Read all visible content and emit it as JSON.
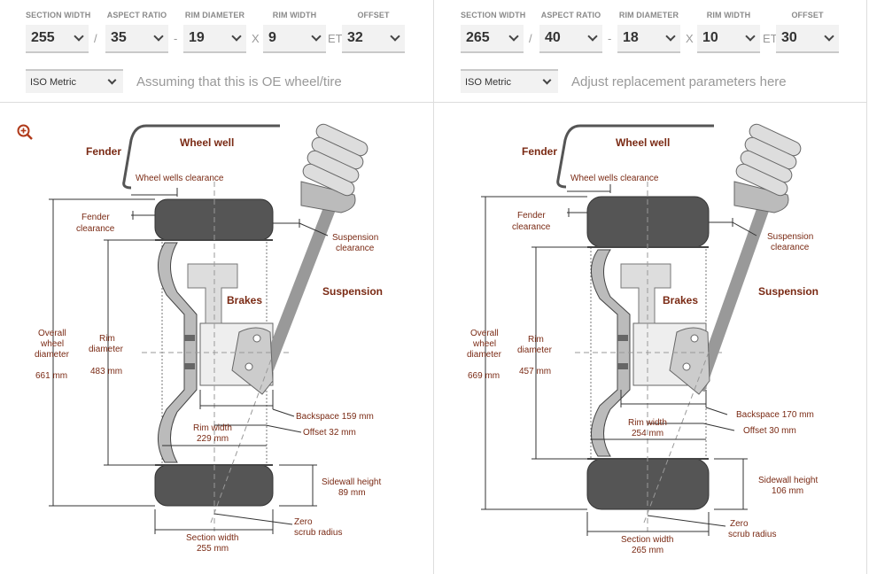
{
  "labels": {
    "section_width": "SECTION WIDTH",
    "aspect_ratio": "ASPECT RATIO",
    "rim_diameter": "RIM DIAMETER",
    "rim_width": "RIM WIDTH",
    "offset": "OFFSET",
    "slash": "/",
    "dash": "-",
    "x": "X",
    "et": "ET"
  },
  "diagram_labels": {
    "fender": "Fender",
    "wheel_well": "Wheel well",
    "wheel_wells_clearance": "Wheel wells clearance",
    "fender_clearance_1": "Fender",
    "fender_clearance_2": "clearance",
    "suspension_clearance_1": "Suspension",
    "suspension_clearance_2": "clearance",
    "suspension": "Suspension",
    "brakes": "Brakes",
    "overall_1": "Overall",
    "overall_2": "wheel",
    "overall_3": "diameter",
    "rim_diam_1": "Rim",
    "rim_diam_2": "diameter",
    "rim_width": "Rim width",
    "backspace": "Backspace",
    "offset": "Offset",
    "sidewall": "Sidewall height",
    "zero_1": "Zero",
    "zero_2": "scrub radius",
    "section_width": "Section width"
  },
  "left": {
    "section_width": "255",
    "aspect_ratio": "35",
    "rim_diameter": "19",
    "rim_width": "9",
    "offset": "32",
    "system": "ISO Metric",
    "note": "Assuming that this is OE wheel/tire",
    "values": {
      "overall": "661 mm",
      "rim_diameter": "483 mm",
      "rim_width": "229 mm",
      "backspace": "159 mm",
      "offset": "32 mm",
      "sidewall": "89 mm",
      "section_width": "255 mm"
    }
  },
  "right": {
    "section_width": "265",
    "aspect_ratio": "40",
    "rim_diameter": "18",
    "rim_width": "10",
    "offset": "30",
    "system": "ISO Metric",
    "note": "Adjust replacement parameters here",
    "values": {
      "overall": "669 mm",
      "rim_diameter": "457 mm",
      "rim_width": "254 mm",
      "backspace": "170 mm",
      "offset": "30 mm",
      "sidewall": "106 mm",
      "section_width": "265 mm"
    }
  }
}
